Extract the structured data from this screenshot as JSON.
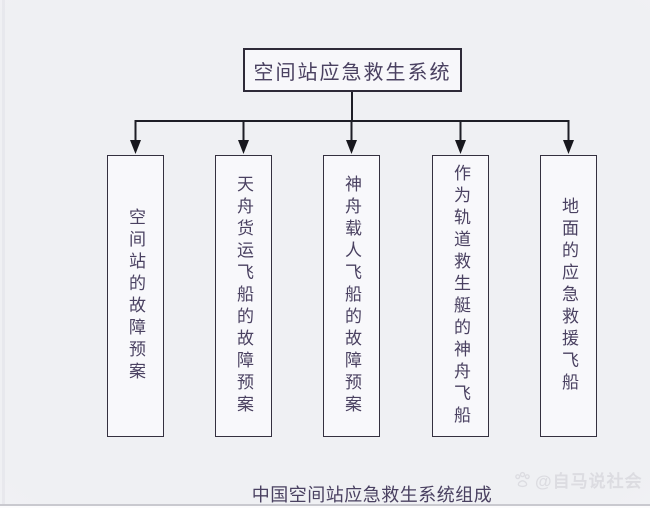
{
  "diagram": {
    "title_box": "空间站应急救生系统",
    "branches": [
      {
        "label": "空间站的故障预案"
      },
      {
        "label": "天舟货运飞船的故障预案"
      },
      {
        "label": "神舟载人飞船的故障预案"
      },
      {
        "label": "作为轨道救生艇的神舟飞船"
      },
      {
        "label": "地面的应急救援飞船"
      }
    ],
    "caption": "中国空间站应急救生系统组成",
    "watermark": {
      "icon": "paw-icon",
      "handle": "@自马说社会"
    },
    "colors": {
      "background": "#f1f1f4",
      "box_fill": "#f8f8fb",
      "box_border": "#34303f",
      "text": "#4a4161",
      "connector": "#1e1e26",
      "watermark_text": "#dcdce1"
    }
  }
}
